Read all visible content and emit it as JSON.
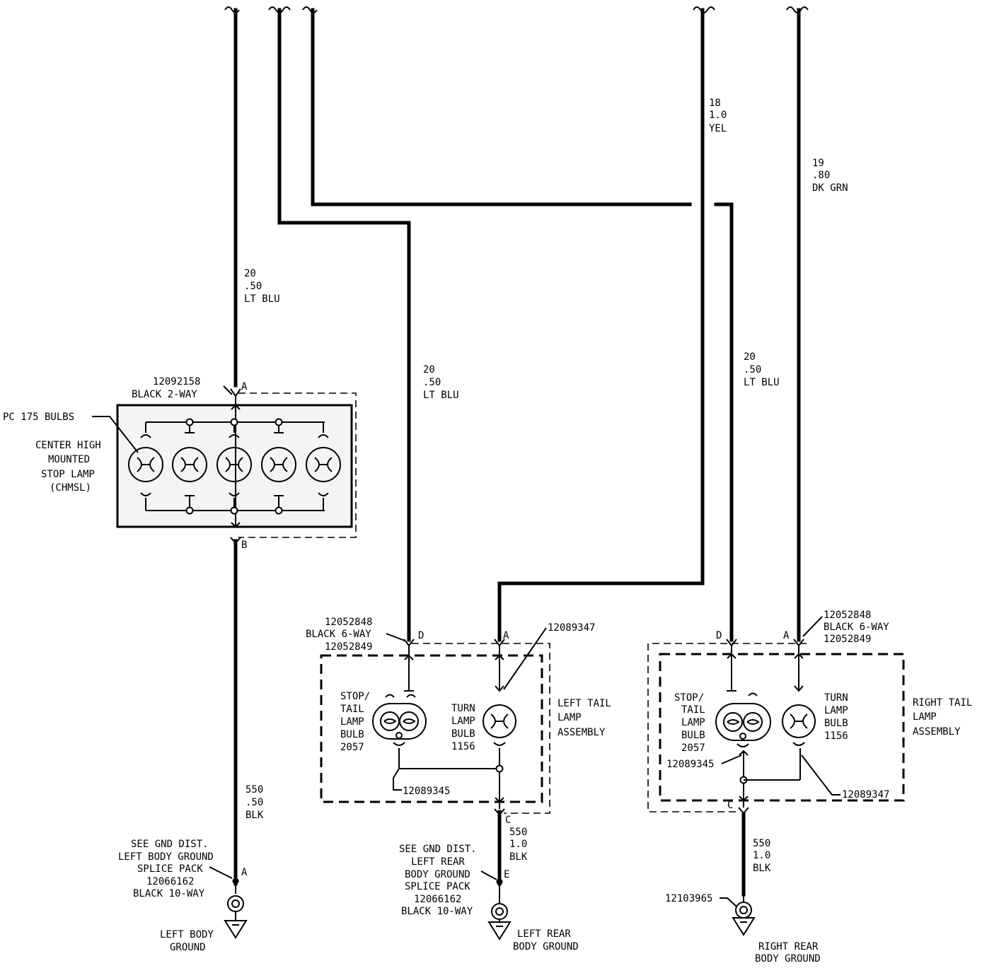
{
  "wire_labels": {
    "top_right_yel": [
      "18",
      "1.0",
      "YEL"
    ],
    "top_right_grn": [
      "19",
      ".80",
      "DK GRN"
    ],
    "chmsl_feed": [
      "20",
      ".50",
      "LT BLU"
    ],
    "left_tail_feed": [
      "20",
      ".50",
      "LT BLU"
    ],
    "right_tail_feed": [
      "20",
      ".50",
      "LT BLU"
    ],
    "left_ground_wire": [
      "550",
      ".50",
      "BLK"
    ],
    "left_rear_ground_wire": [
      "550",
      "1.0",
      "BLK"
    ],
    "right_rear_ground_wire": [
      "550",
      "1.0",
      "BLK"
    ]
  },
  "chmsl": {
    "connector_part": "12092158",
    "connector_desc": "BLACK 2-WAY",
    "pin_top": "A",
    "pin_bottom": "B",
    "bulbs_label": "PC 175 BULBS",
    "name_lines": [
      "CENTER HIGH",
      "MOUNTED",
      "STOP LAMP",
      "(CHMSL)"
    ]
  },
  "left_tail": {
    "connector_lines": [
      "12052848",
      "BLACK 6-WAY",
      "12052849"
    ],
    "pin_d": "D",
    "pin_a": "A",
    "pin_c": "C",
    "turn_socket_part": "12089347",
    "stop_socket_part": "12089345",
    "stop_bulb_lines": [
      "STOP/",
      "TAIL",
      "LAMP",
      "BULB",
      "2057"
    ],
    "turn_bulb_lines": [
      "TURN",
      "LAMP",
      "BULB",
      "1156"
    ],
    "name_lines": [
      "LEFT TAIL",
      "LAMP",
      "ASSEMBLY"
    ]
  },
  "right_tail": {
    "connector_lines": [
      "12052848",
      "BLACK 6-WAY",
      "12052849"
    ],
    "pin_d": "D",
    "pin_a": "A",
    "pin_c": "C",
    "stop_socket_part": "12089345",
    "turn_socket_part": "12089347",
    "stop_bulb_lines": [
      "STOP/",
      "TAIL",
      "LAMP",
      "BULB",
      "2057"
    ],
    "turn_bulb_lines": [
      "TURN",
      "LAMP",
      "BULB",
      "1156"
    ],
    "name_lines": [
      "RIGHT TAIL",
      "LAMP",
      "ASSEMBLY"
    ]
  },
  "left_ground": {
    "ref_lines": [
      "SEE GND DIST.",
      "LEFT BODY GROUND",
      "SPLICE PACK",
      "12066162",
      "BLACK 10-WAY"
    ],
    "pin": "A",
    "name_lines": [
      "LEFT BODY",
      "GROUND"
    ]
  },
  "left_rear_ground": {
    "ref_lines": [
      "SEE GND DIST.",
      "LEFT REAR",
      "BODY GROUND",
      "SPLICE PACK",
      "12066162",
      "BLACK 10-WAY"
    ],
    "pin": "E",
    "name_lines": [
      "LEFT REAR",
      "BODY GROUND"
    ]
  },
  "right_rear_ground": {
    "part": "12103965",
    "name_lines": [
      "RIGHT REAR",
      "BODY GROUND"
    ]
  }
}
